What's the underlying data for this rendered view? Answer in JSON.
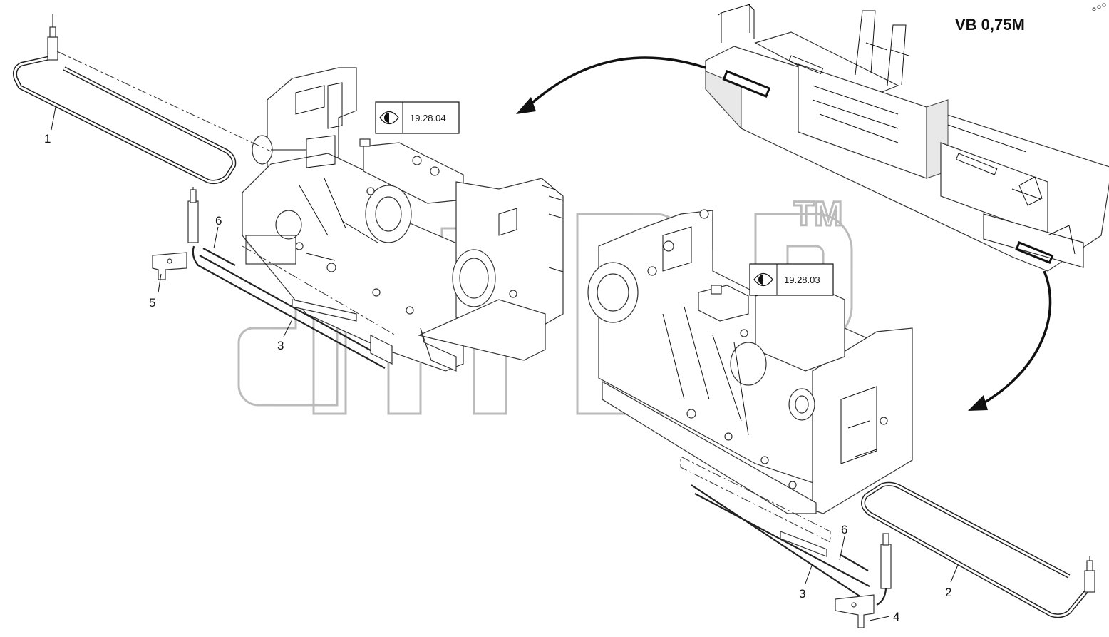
{
  "drawing": {
    "model_title": "VB 0,75M",
    "watermark_mark": "TM",
    "view_refs": [
      {
        "id": "upper",
        "icon": "eye-icon",
        "text": "19.28.04"
      },
      {
        "id": "lower",
        "icon": "eye-icon",
        "text": "19.28.03"
      }
    ],
    "callouts": {
      "c1": "1",
      "c2": "2",
      "c3a": "3",
      "c3b": "3",
      "c4": "4",
      "c5": "5",
      "c6a": "6",
      "c6b": "6"
    }
  }
}
